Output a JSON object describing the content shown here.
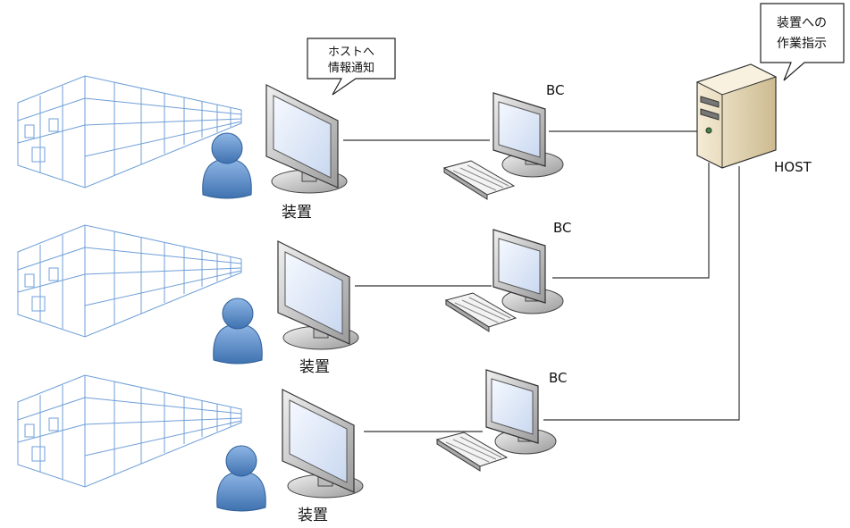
{
  "colors": {
    "building": "#6f9fd8",
    "user": "#5b8fc9",
    "line": "#333333",
    "monitor_frame": "#d5d5d5",
    "screen": "#e6edf8"
  },
  "callouts": {
    "device_to_host": {
      "line1": "ホストへ",
      "line2": "情報通知"
    },
    "host_to_device": {
      "line1": "装置への",
      "line2": "作業指示"
    }
  },
  "rows": [
    {
      "device_label": "装置",
      "client_label": "BC"
    },
    {
      "device_label": "装置",
      "client_label": "BC"
    },
    {
      "device_label": "装置",
      "client_label": "BC"
    }
  ],
  "host": {
    "label": "HOST"
  }
}
